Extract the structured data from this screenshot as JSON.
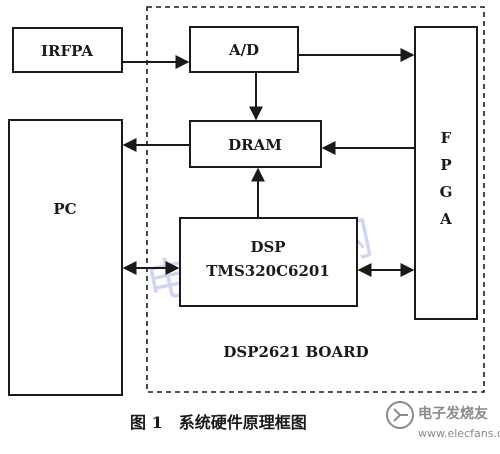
{
  "diagram": {
    "board_label": "DSP2621 BOARD",
    "blocks": {
      "irfpa": "IRFPA",
      "ad": "A/D",
      "dram": "DRAM",
      "pc": "PC",
      "fpga": [
        "F",
        "P",
        "G",
        "A"
      ],
      "dsp_line1": "DSP",
      "dsp_line2": "TMS320C6201"
    },
    "caption": "图 1　系统硬件原理框图",
    "watermark": "电子创新网",
    "logo_text": "电子发烧友",
    "logo_url": "www.elecfans.com"
  },
  "colors": {
    "line": "#1a1a1a",
    "watermark": "#a9b3ea",
    "logo": "#8a8a8a"
  }
}
